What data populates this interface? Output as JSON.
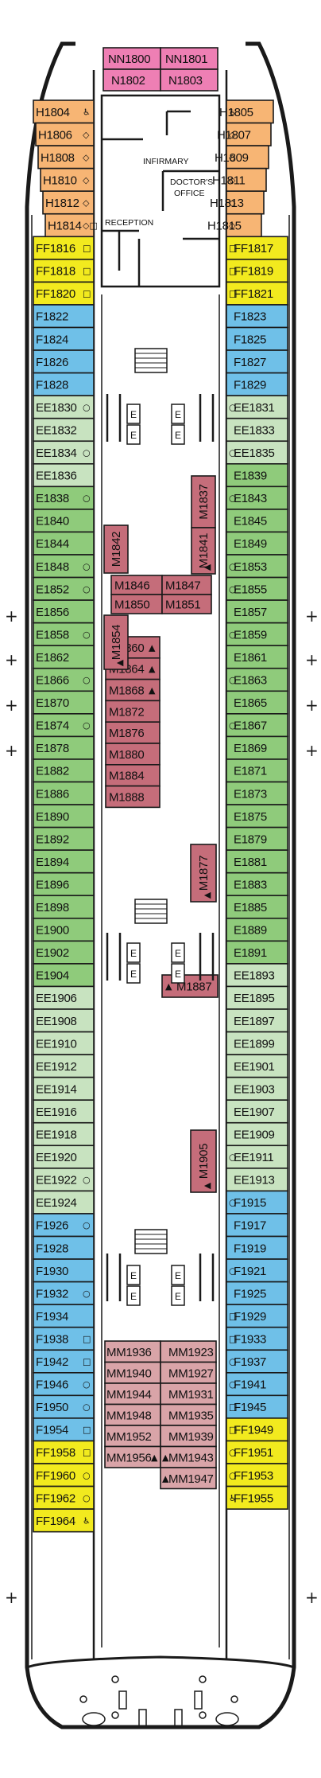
{
  "colors": {
    "NN": "#ee7fb4",
    "H": "#f7b574",
    "FF": "#f2ea1e",
    "F": "#6fc0e8",
    "E": "#8fcb7b",
    "EE": "#c8e3c0",
    "M": "#c56d7a",
    "MM": "#d9a4a8"
  },
  "areas": {
    "infirmary": "INFIRMARY",
    "doctors_office_1": "DOCTOR'S",
    "doctors_office_2": "OFFICE",
    "reception": "RECEPTION",
    "elevator": "E"
  },
  "left_column": [
    {
      "id": "H1804",
      "type": "H",
      "sym": "♿"
    },
    {
      "id": "H1806",
      "type": "H",
      "sym": "◇"
    },
    {
      "id": "H1808",
      "type": "H",
      "sym": "◇"
    },
    {
      "id": "H1810",
      "type": "H",
      "sym": "◇"
    },
    {
      "id": "H1812",
      "type": "H",
      "sym": "◇"
    },
    {
      "id": "H1814",
      "type": "H",
      "sym": "◇□"
    },
    {
      "id": "FF1816",
      "type": "FF",
      "sym": "□"
    },
    {
      "id": "FF1818",
      "type": "FF",
      "sym": "□"
    },
    {
      "id": "FF1820",
      "type": "FF",
      "sym": "□"
    },
    {
      "id": "F1822",
      "type": "F",
      "sym": ""
    },
    {
      "id": "F1824",
      "type": "F",
      "sym": ""
    },
    {
      "id": "F1826",
      "type": "F",
      "sym": ""
    },
    {
      "id": "F1828",
      "type": "F",
      "sym": ""
    },
    {
      "id": "EE1830",
      "type": "EE",
      "sym": "○"
    },
    {
      "id": "EE1832",
      "type": "EE",
      "sym": ""
    },
    {
      "id": "EE1834",
      "type": "EE",
      "sym": "○"
    },
    {
      "id": "EE1836",
      "type": "EE",
      "sym": ""
    },
    {
      "id": "E1838",
      "type": "E",
      "sym": "○"
    },
    {
      "id": "E1840",
      "type": "E",
      "sym": ""
    },
    {
      "id": "E1844",
      "type": "E",
      "sym": ""
    },
    {
      "id": "E1848",
      "type": "E",
      "sym": "○"
    },
    {
      "id": "E1852",
      "type": "E",
      "sym": "○"
    },
    {
      "id": "E1856",
      "type": "E",
      "sym": ""
    },
    {
      "id": "E1858",
      "type": "E",
      "sym": "○"
    },
    {
      "id": "E1862",
      "type": "E",
      "sym": ""
    },
    {
      "id": "E1866",
      "type": "E",
      "sym": "○"
    },
    {
      "id": "E1870",
      "type": "E",
      "sym": ""
    },
    {
      "id": "E1874",
      "type": "E",
      "sym": "○"
    },
    {
      "id": "E1878",
      "type": "E",
      "sym": ""
    },
    {
      "id": "E1882",
      "type": "E",
      "sym": ""
    },
    {
      "id": "E1886",
      "type": "E",
      "sym": ""
    },
    {
      "id": "E1890",
      "type": "E",
      "sym": ""
    },
    {
      "id": "E1892",
      "type": "E",
      "sym": ""
    },
    {
      "id": "E1894",
      "type": "E",
      "sym": ""
    },
    {
      "id": "E1896",
      "type": "E",
      "sym": ""
    },
    {
      "id": "E1898",
      "type": "E",
      "sym": ""
    },
    {
      "id": "E1900",
      "type": "E",
      "sym": ""
    },
    {
      "id": "E1902",
      "type": "E",
      "sym": ""
    },
    {
      "id": "E1904",
      "type": "E",
      "sym": ""
    },
    {
      "id": "EE1906",
      "type": "EE",
      "sym": ""
    },
    {
      "id": "EE1908",
      "type": "EE",
      "sym": ""
    },
    {
      "id": "EE1910",
      "type": "EE",
      "sym": ""
    },
    {
      "id": "EE1912",
      "type": "EE",
      "sym": ""
    },
    {
      "id": "EE1914",
      "type": "EE",
      "sym": ""
    },
    {
      "id": "EE1916",
      "type": "EE",
      "sym": ""
    },
    {
      "id": "EE1918",
      "type": "EE",
      "sym": ""
    },
    {
      "id": "EE1920",
      "type": "EE",
      "sym": ""
    },
    {
      "id": "EE1922",
      "type": "EE",
      "sym": "○"
    },
    {
      "id": "EE1924",
      "type": "EE",
      "sym": ""
    },
    {
      "id": "F1926",
      "type": "F",
      "sym": "○"
    },
    {
      "id": "F1928",
      "type": "F",
      "sym": ""
    },
    {
      "id": "F1930",
      "type": "F",
      "sym": ""
    },
    {
      "id": "F1932",
      "type": "F",
      "sym": "○"
    },
    {
      "id": "F1934",
      "type": "F",
      "sym": ""
    },
    {
      "id": "F1938",
      "type": "F",
      "sym": "□"
    },
    {
      "id": "F1942",
      "type": "F",
      "sym": "□"
    },
    {
      "id": "F1946",
      "type": "F",
      "sym": "○"
    },
    {
      "id": "F1950",
      "type": "F",
      "sym": "○"
    },
    {
      "id": "F1954",
      "type": "F",
      "sym": "□"
    },
    {
      "id": "FF1958",
      "type": "FF",
      "sym": "□"
    },
    {
      "id": "FF1960",
      "type": "FF",
      "sym": "○"
    },
    {
      "id": "FF1962",
      "type": "FF",
      "sym": "○"
    },
    {
      "id": "FF1964",
      "type": "FF",
      "sym": "♿"
    }
  ],
  "right_column": [
    {
      "id": "H1805",
      "type": "H",
      "sym": "♿"
    },
    {
      "id": "H1807",
      "type": "H",
      "sym": "◇"
    },
    {
      "id": "H1809",
      "type": "H",
      "sym": "◇"
    },
    {
      "id": "H1811",
      "type": "H",
      "sym": "◇"
    },
    {
      "id": "H1813",
      "type": "H",
      "sym": "◇"
    },
    {
      "id": "H1815",
      "type": "H",
      "sym": "◇"
    },
    {
      "id": "FF1817",
      "type": "FF",
      "sym": "□"
    },
    {
      "id": "FF1819",
      "type": "FF",
      "sym": "□"
    },
    {
      "id": "FF1821",
      "type": "FF",
      "sym": "□"
    },
    {
      "id": "F1823",
      "type": "F",
      "sym": ""
    },
    {
      "id": "F1825",
      "type": "F",
      "sym": ""
    },
    {
      "id": "F1827",
      "type": "F",
      "sym": ""
    },
    {
      "id": "F1829",
      "type": "F",
      "sym": ""
    },
    {
      "id": "EE1831",
      "type": "EE",
      "sym": "○"
    },
    {
      "id": "EE1833",
      "type": "EE",
      "sym": ""
    },
    {
      "id": "EE1835",
      "type": "EE",
      "sym": "○"
    },
    {
      "id": "E1839",
      "type": "E",
      "sym": ""
    },
    {
      "id": "E1843",
      "type": "E",
      "sym": "○"
    },
    {
      "id": "E1845",
      "type": "E",
      "sym": ""
    },
    {
      "id": "E1849",
      "type": "E",
      "sym": ""
    },
    {
      "id": "E1853",
      "type": "E",
      "sym": "○"
    },
    {
      "id": "E1855",
      "type": "E",
      "sym": "○"
    },
    {
      "id": "E1857",
      "type": "E",
      "sym": ""
    },
    {
      "id": "E1859",
      "type": "E",
      "sym": "○"
    },
    {
      "id": "E1861",
      "type": "E",
      "sym": ""
    },
    {
      "id": "E1863",
      "type": "E",
      "sym": "○"
    },
    {
      "id": "E1865",
      "type": "E",
      "sym": ""
    },
    {
      "id": "E1867",
      "type": "E",
      "sym": "○"
    },
    {
      "id": "E1869",
      "type": "E",
      "sym": ""
    },
    {
      "id": "E1871",
      "type": "E",
      "sym": ""
    },
    {
      "id": "E1873",
      "type": "E",
      "sym": ""
    },
    {
      "id": "E1875",
      "type": "E",
      "sym": ""
    },
    {
      "id": "E1879",
      "type": "E",
      "sym": ""
    },
    {
      "id": "E1881",
      "type": "E",
      "sym": ""
    },
    {
      "id": "E1883",
      "type": "E",
      "sym": ""
    },
    {
      "id": "E1885",
      "type": "E",
      "sym": ""
    },
    {
      "id": "E1889",
      "type": "E",
      "sym": ""
    },
    {
      "id": "E1891",
      "type": "E",
      "sym": ""
    },
    {
      "id": "EE1893",
      "type": "EE",
      "sym": ""
    },
    {
      "id": "EE1895",
      "type": "EE",
      "sym": ""
    },
    {
      "id": "EE1897",
      "type": "EE",
      "sym": ""
    },
    {
      "id": "EE1899",
      "type": "EE",
      "sym": ""
    },
    {
      "id": "EE1901",
      "type": "EE",
      "sym": ""
    },
    {
      "id": "EE1903",
      "type": "EE",
      "sym": ""
    },
    {
      "id": "EE1907",
      "type": "EE",
      "sym": ""
    },
    {
      "id": "EE1909",
      "type": "EE",
      "sym": ""
    },
    {
      "id": "EE1911",
      "type": "EE",
      "sym": "○"
    },
    {
      "id": "EE1913",
      "type": "EE",
      "sym": ""
    },
    {
      "id": "F1915",
      "type": "F",
      "sym": "○"
    },
    {
      "id": "F1917",
      "type": "F",
      "sym": ""
    },
    {
      "id": "F1919",
      "type": "F",
      "sym": ""
    },
    {
      "id": "F1921",
      "type": "F",
      "sym": "○"
    },
    {
      "id": "F1925",
      "type": "F",
      "sym": ""
    },
    {
      "id": "F1929",
      "type": "F",
      "sym": "□"
    },
    {
      "id": "F1933",
      "type": "F",
      "sym": "□"
    },
    {
      "id": "F1937",
      "type": "F",
      "sym": "○"
    },
    {
      "id": "F1941",
      "type": "F",
      "sym": "○"
    },
    {
      "id": "F1945",
      "type": "F",
      "sym": "□"
    },
    {
      "id": "FF1949",
      "type": "FF",
      "sym": "□"
    },
    {
      "id": "FF1951",
      "type": "FF",
      "sym": "○"
    },
    {
      "id": "FF1953",
      "type": "FF",
      "sym": "○"
    },
    {
      "id": "FF1955",
      "type": "FF",
      "sym": "♿"
    }
  ],
  "top_cabins": [
    {
      "id": "NN1800",
      "type": "NN"
    },
    {
      "id": "NN1801",
      "type": "NN"
    },
    {
      "id": "N1802",
      "type": "NN"
    },
    {
      "id": "N1803",
      "type": "NN"
    }
  ],
  "center_cabins_upper": [
    {
      "id": "M1846",
      "type": "M",
      "sym": ""
    },
    {
      "id": "M1847",
      "type": "M",
      "sym": ""
    },
    {
      "id": "M1850",
      "type": "M",
      "sym": ""
    },
    {
      "id": "M1851",
      "type": "M",
      "sym": ""
    }
  ],
  "center_stack": [
    {
      "id": "M1860",
      "type": "M",
      "sym": "▲"
    },
    {
      "id": "M1864",
      "type": "M",
      "sym": "▲"
    },
    {
      "id": "M1868",
      "type": "M",
      "sym": "▲"
    },
    {
      "id": "M1872",
      "type": "M",
      "sym": ""
    },
    {
      "id": "M1876",
      "type": "M",
      "sym": ""
    },
    {
      "id": "M1880",
      "type": "M",
      "sym": ""
    },
    {
      "id": "M1884",
      "type": "M",
      "sym": ""
    },
    {
      "id": "M1888",
      "type": "M",
      "sym": ""
    }
  ],
  "vertical_cabins": [
    {
      "id": "M1842",
      "type": "M",
      "sym": ""
    },
    {
      "id": "M1837",
      "type": "M",
      "sym": ""
    },
    {
      "id": "M1841",
      "type": "M",
      "sym": "▲"
    },
    {
      "id": "M1854",
      "type": "M",
      "sym": "▲"
    },
    {
      "id": "M1877",
      "type": "M",
      "sym": "▲"
    },
    {
      "id": "M1905",
      "type": "M",
      "sym": "▲"
    }
  ],
  "m1887": {
    "id": "M1887",
    "type": "M",
    "sym": "▲"
  },
  "mm_left": [
    {
      "id": "MM1936",
      "sym": ""
    },
    {
      "id": "MM1940",
      "sym": ""
    },
    {
      "id": "MM1944",
      "sym": ""
    },
    {
      "id": "MM1948",
      "sym": ""
    },
    {
      "id": "MM1952",
      "sym": ""
    },
    {
      "id": "MM1956",
      "sym": "▲"
    }
  ],
  "mm_right": [
    {
      "id": "MM1923",
      "sym": ""
    },
    {
      "id": "MM1927",
      "sym": ""
    },
    {
      "id": "MM1931",
      "sym": ""
    },
    {
      "id": "MM1935",
      "sym": ""
    },
    {
      "id": "MM1939",
      "sym": ""
    },
    {
      "id": "MM1943",
      "sym": "▲"
    },
    {
      "id": "MM1947",
      "sym": "▲"
    }
  ]
}
